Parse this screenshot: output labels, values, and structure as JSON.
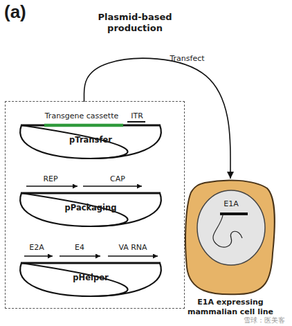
{
  "diagram": {
    "title": "Plasmid-based production",
    "nodes": [
      {
        "text": []
      },
      {
        "text": [
          "Transgene cassette",
          "ITR",
          "pTransfer"
        ],
        "in": 0
      },
      {
        "text": [
          "REP",
          "CAP",
          "pPackaging"
        ],
        "in": 0
      },
      {
        "text": [
          "E2A",
          "E4",
          "VA RNA",
          "pHelper"
        ],
        "in": 0
      },
      {
        "text": [
          "E1A expressing mammalian cell line"
        ]
      },
      {
        "text": [
          "E1A"
        ],
        "in": 4
      }
    ],
    "edges": [
      {
        "from": 0,
        "to": 4,
        "arrow": "to",
        "label": "Transfect"
      }
    ],
    "labels": [
      "(a)",
      "雪球：医美客"
    ]
  }
}
